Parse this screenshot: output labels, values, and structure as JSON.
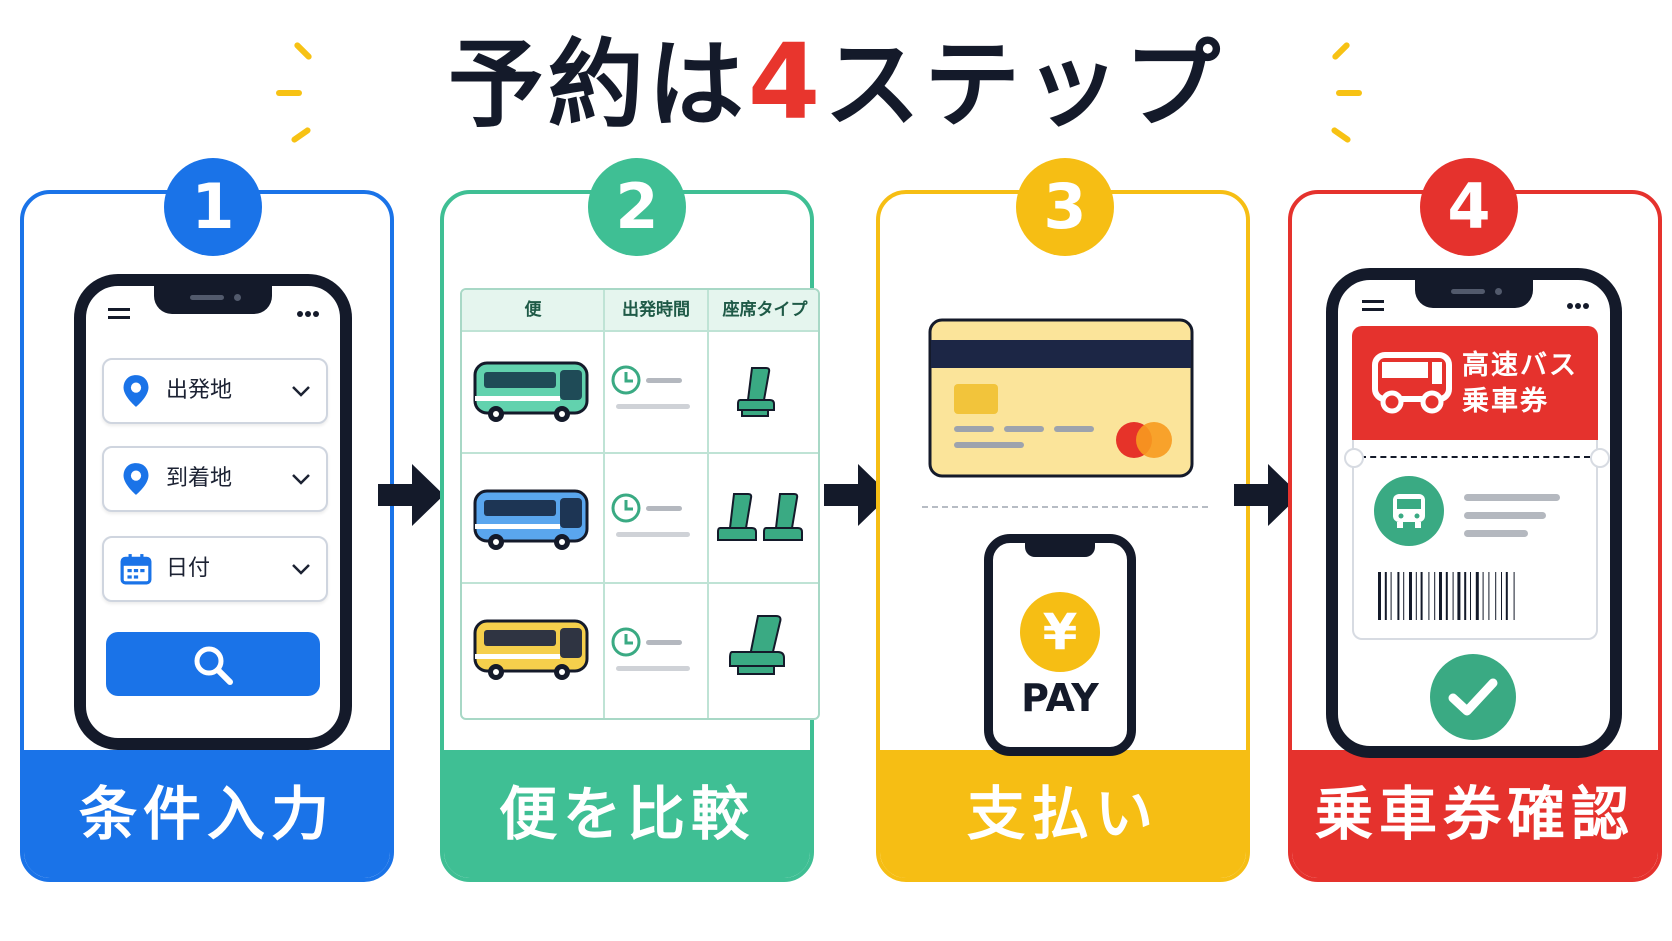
{
  "title": {
    "main": "予約は",
    "number": "4",
    "suffix": "ステップ"
  },
  "colors": {
    "blue": "#1a73e8",
    "green": "#3fbf94",
    "yellow": "#f6be14",
    "red": "#e5322d",
    "navy": "#141a2a"
  },
  "steps": [
    {
      "number": "1",
      "label": "条件入力"
    },
    {
      "number": "2",
      "label": "便を比較"
    },
    {
      "number": "3",
      "label": "支払い"
    },
    {
      "number": "4",
      "label": "乗車券確認"
    }
  ],
  "step1": {
    "fields": [
      {
        "label": "出発地",
        "icon": "location-pin-icon"
      },
      {
        "label": "到着地",
        "icon": "location-pin-icon"
      },
      {
        "label": "日付",
        "icon": "calendar-icon"
      }
    ]
  },
  "step2": {
    "headers": [
      "便",
      "出発時間",
      "座席タイプ"
    ]
  },
  "step3": {
    "pay_symbol": "¥",
    "pay_label": "PAY"
  },
  "step4": {
    "ticket_line1": "高速バス",
    "ticket_line2": "乗車券"
  }
}
